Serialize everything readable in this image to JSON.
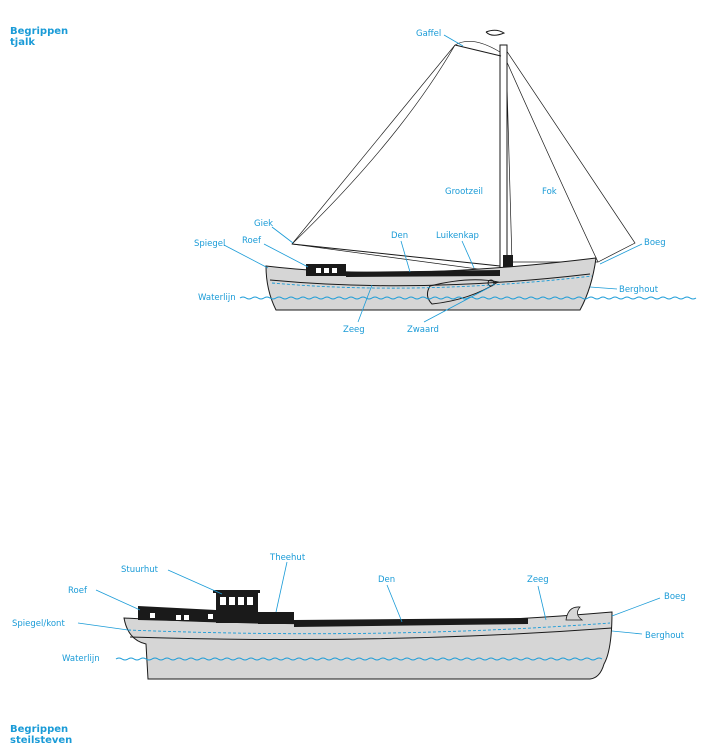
{
  "tjalk": {
    "heading": [
      "Begrippen",
      "tjalk"
    ],
    "labels": {
      "gaffel": "Gaffel",
      "grootzeil": "Grootzeil",
      "fok": "Fok",
      "giek": "Giek",
      "roef": "Roef",
      "spiegel": "Spiegel",
      "den": "Den",
      "luikenkap": "Luikenkap",
      "boeg": "Boeg",
      "berghout": "Berghout",
      "waterlijn": "Waterlijn",
      "zeeg": "Zeeg",
      "zwaard": "Zwaard"
    }
  },
  "steilsteven": {
    "heading": [
      "Begrippen",
      "steilsteven"
    ],
    "labels": {
      "stuurhut": "Stuurhut",
      "theehut": "Theehut",
      "den": "Den",
      "zeeg": "Zeeg",
      "roef": "Roef",
      "boeg": "Boeg",
      "spiegel_kont": "Spiegel/kont",
      "berghout": "Berghout",
      "waterlijn": "Waterlijn"
    }
  },
  "colors": {
    "accent": "#1a9bd7",
    "hull": "#d6d6d6",
    "outline": "#1a1a1a"
  }
}
